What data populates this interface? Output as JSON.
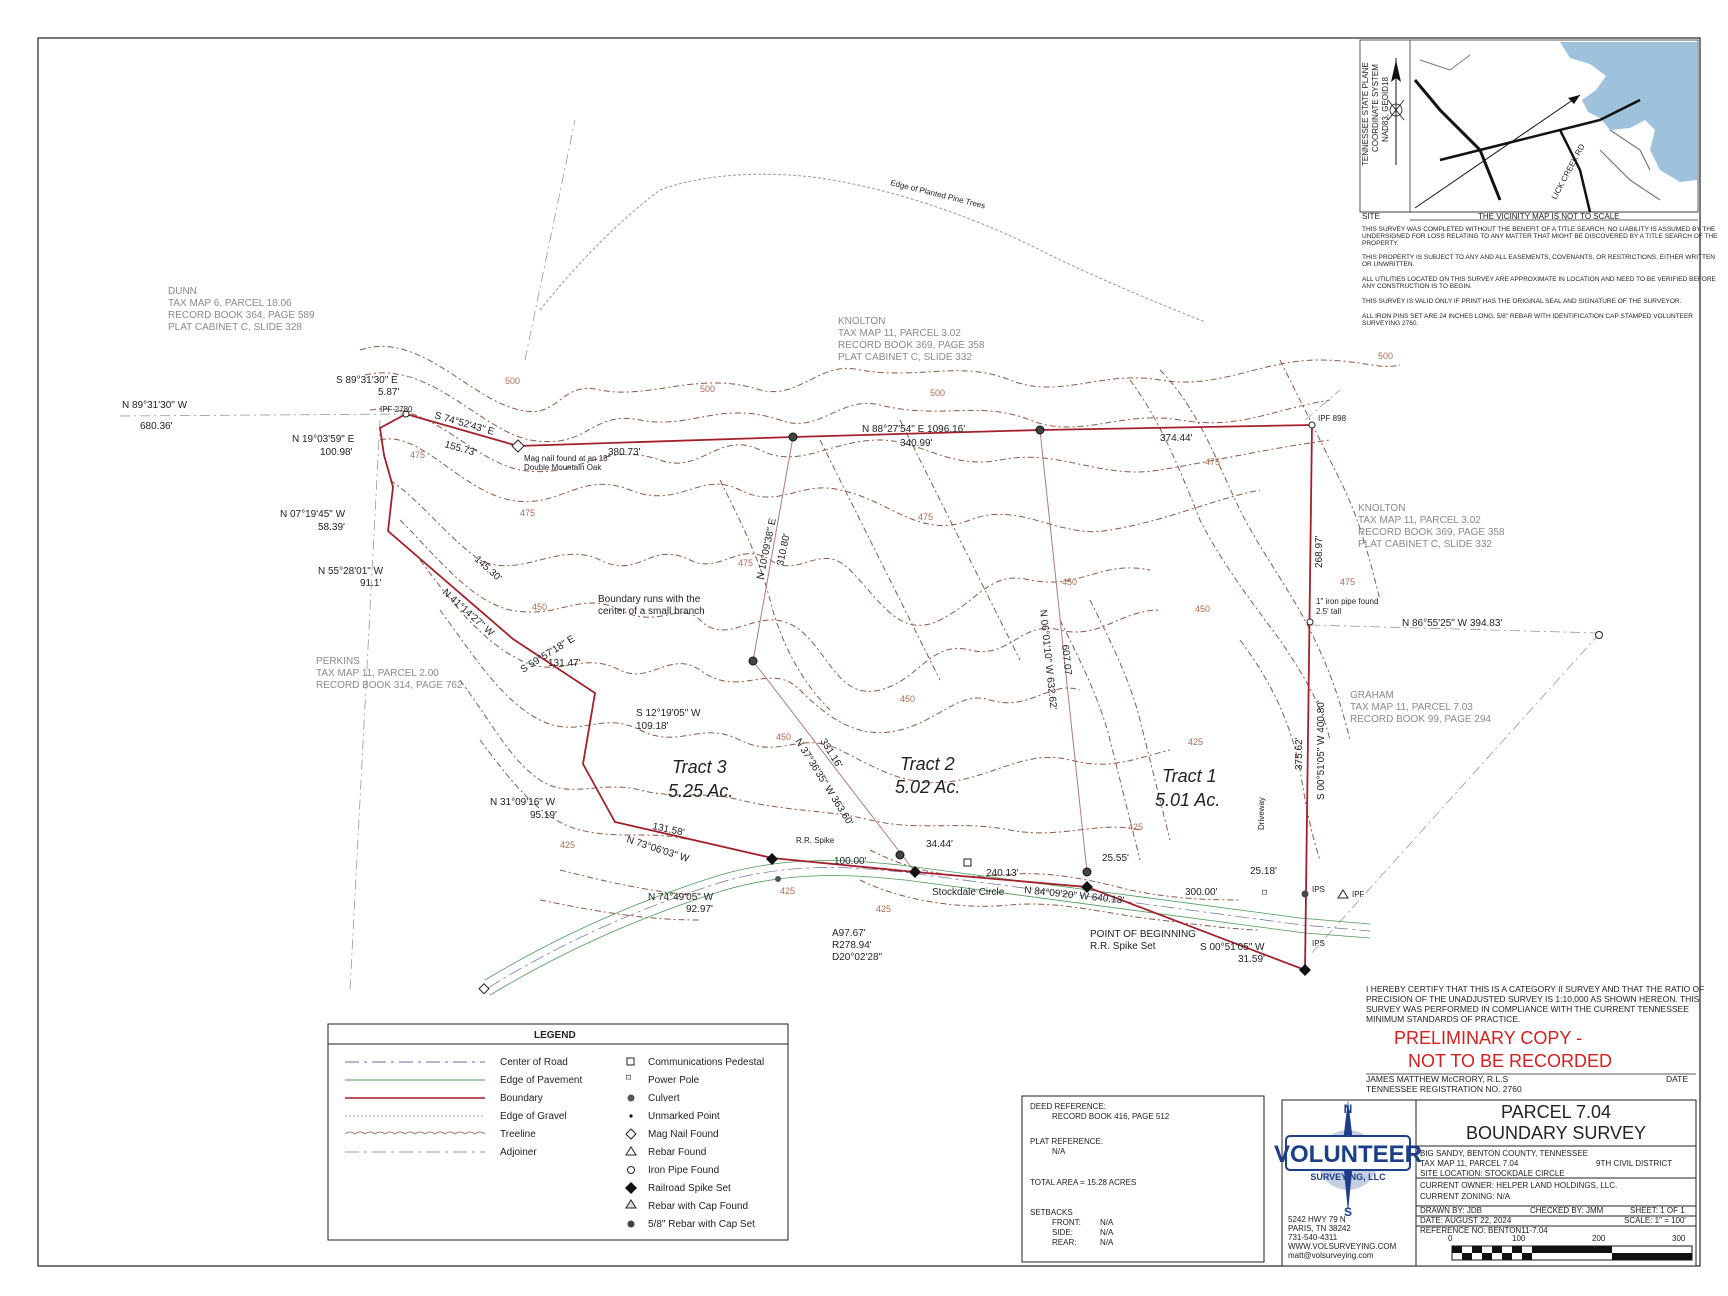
{
  "vicinity": {
    "coord_system": [
      "TENNESSEE STATE PLANE",
      "COORDINATE SYSTEM",
      "NAD83, GEOID18"
    ],
    "site_label": "SITE",
    "road_label": "LICK CREEK RD",
    "scale_note": "THE VICINITY MAP IS NOT TO SCALE"
  },
  "notes": [
    "THIS SURVEY WAS COMPLETED WITHOUT THE BENEFIT OF A TITLE SEARCH. NO LIABILITY IS ASSUMED BY THE",
    "UNDERSIGNED FOR LOSS RELATING TO ANY MATTER THAT MIGHT BE DISCOVERED BY A TITLE SEARCH OF THE",
    "PROPERTY.",
    "THIS PROPERTY IS SUBJECT TO ANY AND ALL EASEMENTS, COVENANTS, OR RESTRICTIONS, EITHER WRITTEN",
    "OR UNWRITTEN.",
    "ALL UTILITIES LOCATED ON THIS SURVEY ARE APPROXIMATE IN LOCATION AND NEED TO BE VERIFIED BEFORE",
    "ANY CONSTRUCTION IS TO BEGIN.",
    "THIS SURVEY IS VALID ONLY IF PRINT HAS THE ORIGINAL SEAL AND SIGNATURE OF THE SURVEYOR.",
    "ALL IRON PINS SET ARE 24 INCHES LONG, 5/8\" REBAR WITH IDENTIFICATION CAP STAMPED VOLUNTEER",
    "SURVEYING 2760."
  ],
  "adjoiners": {
    "dunn": [
      "DUNN",
      "TAX MAP 6, PARCEL 18.06",
      "RECORD BOOK 364, PAGE 589",
      "PLAT CABINET C, SLIDE 328"
    ],
    "knolton_top": [
      "KNOLTON",
      "TAX MAP 11, PARCEL 3.02",
      "RECORD BOOK 369, PAGE 358",
      "PLAT CABINET C, SLIDE 332"
    ],
    "knolton_right": [
      "KNOLTON",
      "TAX MAP 11, PARCEL 3.02",
      "RECORD BOOK 369, PAGE 358",
      "PLAT CABINET C, SLIDE 332"
    ],
    "perkins": [
      "PERKINS",
      "TAX MAP 11, PARCEL 2.00",
      "RECORD BOOK 314, PAGE 762"
    ],
    "graham": [
      "GRAHAM",
      "TAX MAP 11, PARCEL 7.03",
      "RECORD BOOK 99, PAGE 294"
    ]
  },
  "tracts": [
    {
      "name": "Tract 3",
      "area": "5.25 Ac."
    },
    {
      "name": "Tract 2",
      "area": "5.02 Ac."
    },
    {
      "name": "Tract 1",
      "area": "5.01 Ac."
    }
  ],
  "calls": {
    "c1": "N 89°31'30\" W",
    "c1d": "680.36'",
    "c2": "S 89°31'30\" E",
    "c2d": "5.87'",
    "ipf2780": "IPF 2780",
    "c3": "S 74°52'43\" E",
    "c3d": "155.73'",
    "c4": "N 19°03'59\" E",
    "c4d": "100.98'",
    "magnail": "Mag nail found at an 18\"",
    "magnail2": "Double Mountain Oak",
    "c5": "N 88°27'54\" E 1096.16'",
    "c5a": "380.73'",
    "c5b": "340.99'",
    "c5c": "374.44'",
    "ipf898": "IPF 898",
    "c6": "N 07°19'45\" W",
    "c6d": "58.39'",
    "c7": "N 55°28'01\" W",
    "c7d": "91.1'",
    "c8": "N 41°14'27\" W",
    "c8d": "145.30'",
    "branch1": "Boundary runs with the",
    "branch2": "center of a small branch",
    "c9": "S 59°57'18\" E",
    "c9d": "131.47'",
    "c10": "S 12°19'05\" W",
    "c10d": "109.18'",
    "c11": "N 31°09'16\" W",
    "c11d": "95.19'",
    "c12": "N 73°06'03\" W",
    "c12d": "131.58'",
    "c13": "N 74°49'05\" W",
    "c13d": "92.97'",
    "rrspike": "R.R. Spike",
    "c14": "100.00'",
    "c15": "34.44'",
    "c16": "240.13'",
    "road": "Stockdale Circle",
    "c17": "N 84°09'20\" W 640.13'",
    "c18": "25.55'",
    "c19": "300.00'",
    "c20": "25.18'",
    "ips": "IPS",
    "ipf": "IPF",
    "ips2": "IPS",
    "pob1": "POINT OF BEGINNING",
    "pob2": "R.R. Spike Set",
    "c21": "S 00°51'05\" W",
    "c21d": "31.59'",
    "curve1": "A97.67'",
    "curve2": "R278.94'",
    "curve3": "D20°02'28\"",
    "c22": "N 10°09'38\" E",
    "c22d": "310.80'",
    "c23": "N 37°36'35\" W 363.60'",
    "c23d": "331.16'",
    "c24": "N 06°01'10\" W 632.62'",
    "c24d": "607.07",
    "c25": "S 00°51'05\" W 400.80'",
    "c25a": "268.97'",
    "c25b": "375.62'",
    "ironpipe1": "1\" iron pipe found",
    "ironpipe2": "2.5' tall",
    "c26": "N 86°55'25\" W 394.83'",
    "driveway": "Driveway",
    "treeline": "Edge of Planted Pine Trees"
  },
  "contour_labels": [
    "500",
    "500",
    "500",
    "500",
    "475",
    "475",
    "475",
    "475",
    "475",
    "475",
    "450",
    "450",
    "450",
    "450",
    "450",
    "425",
    "425",
    "425",
    "425",
    "425"
  ],
  "certification": [
    "I HEREBY CERTIFY THAT THIS IS A CATEGORY II SURVEY AND THAT THE RATIO OF",
    "PRECISION OF THE UNADJUSTED SURVEY IS  1:10,000 AS SHOWN HEREON.  THIS",
    "SURVEY WAS PERFORMED IN COMPLIANCE WITH THE CURRENT TENNESSEE",
    "MINIMUM STANDARDS OF PRACTICE."
  ],
  "preliminary": [
    "PRELIMINARY COPY  -",
    "NOT TO BE RECORDED"
  ],
  "surveyor": {
    "name": "JAMES MATTHEW McCRORY, R.L.S",
    "reg": "TENNESSEE REGISTRATION NO. 2760",
    "date_label": "DATE"
  },
  "legend": {
    "title": "LEGEND",
    "lines": [
      "Center of Road",
      "Edge of Pavement",
      "Boundary",
      "Edge of Gravel",
      "Treeline",
      "Adjoiner"
    ],
    "symbols": [
      "Communications Pedestal",
      "Power Pole",
      "Culvert",
      "Unmarked Point",
      "Mag Nail Found",
      "Rebar Found",
      "Iron Pipe Found",
      "Railroad Spike Set",
      "Rebar with Cap Found",
      "5/8\" Rebar with Cap Set"
    ]
  },
  "deed": {
    "ref_label": "DEED REFERENCE:",
    "ref_value": "RECORD BOOK 416, PAGE 512",
    "plat_label": "PLAT REFERENCE:",
    "plat_value": "N/A",
    "area": "TOTAL AREA = 15.28 ACRES",
    "setbacks": "SETBACKS",
    "front_label": "FRONT:",
    "front_value": "N/A",
    "side_label": "SIDE:",
    "side_value": "N/A",
    "rear_label": "REAR:",
    "rear_value": "N/A"
  },
  "company": {
    "logo_top": "VOLUNTEER",
    "logo_bottom": "SURVEYING, LLC",
    "n": "N",
    "s": "S",
    "address": [
      "5242 HWY 79 N",
      "PARIS, TN 38242",
      "731-540-4311",
      "WWW.VOLSURVEYING.COM",
      "matt@volsurveying.com"
    ]
  },
  "titleblock": {
    "title1": "PARCEL 7.04",
    "title2": "BOUNDARY SURVEY",
    "loc1": "BIG SANDY, BENTON COUNTY, TENNESSEE",
    "loc2": "TAX MAP 11, PARCEL 7.04",
    "district": "9TH CIVIL DISTRICT",
    "site": "SITE LOCATION:  STOCKDALE CIRCLE",
    "owner": "CURRENT OWNER: HELPER LAND HOLDINGS, LLC.",
    "zoning": "CURRENT ZONING:  N/A",
    "drawn": "DRAWN BY:  JDB",
    "checked": "CHECKED BY:   JMM",
    "sheet": "SHEET:  1 OF 1",
    "date": "DATE:  AUGUST 22, 2024",
    "scale": "SCALE:   1\" = 100'",
    "ref": "REFERENCE NO: BENTON11-7.04",
    "scale_ticks": [
      "0",
      "100",
      "200",
      "300"
    ]
  },
  "colors": {
    "boundary": "#a41f2a",
    "contour": "#8b5a46",
    "water": "#9ec2dc",
    "red_text": "#d42020"
  }
}
